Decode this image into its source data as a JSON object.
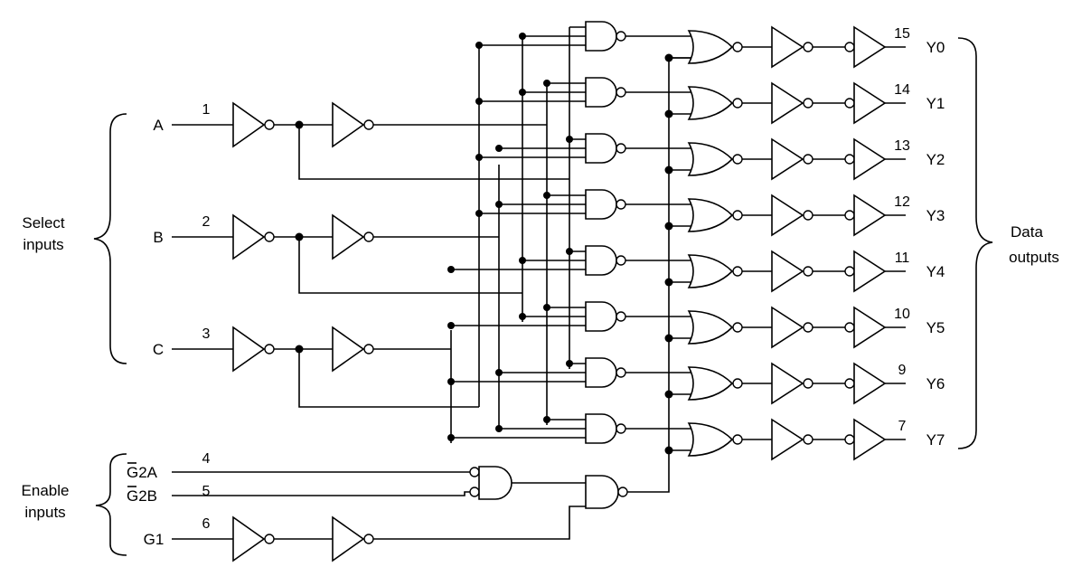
{
  "groups": {
    "select": [
      "Select",
      "inputs"
    ],
    "enable": [
      "Enable",
      "inputs"
    ],
    "outputs": [
      "Data",
      "outputs"
    ]
  },
  "inputs": {
    "A": {
      "name": "A",
      "pin": "1"
    },
    "B": {
      "name": "B",
      "pin": "2"
    },
    "C": {
      "name": "C",
      "pin": "3"
    },
    "G2A": {
      "name": "G2A",
      "pin": "4",
      "bar": "G"
    },
    "G2B": {
      "name": "G2B",
      "pin": "5",
      "bar": "G"
    },
    "G1": {
      "name": "G1",
      "pin": "6"
    }
  },
  "outputs": [
    {
      "name": "Y0",
      "pin": "15"
    },
    {
      "name": "Y1",
      "pin": "14"
    },
    {
      "name": "Y2",
      "pin": "13"
    },
    {
      "name": "Y3",
      "pin": "12"
    },
    {
      "name": "Y4",
      "pin": "11"
    },
    {
      "name": "Y5",
      "pin": "10"
    },
    {
      "name": "Y6",
      "pin": "9"
    },
    {
      "name": "Y7",
      "pin": "7"
    }
  ]
}
